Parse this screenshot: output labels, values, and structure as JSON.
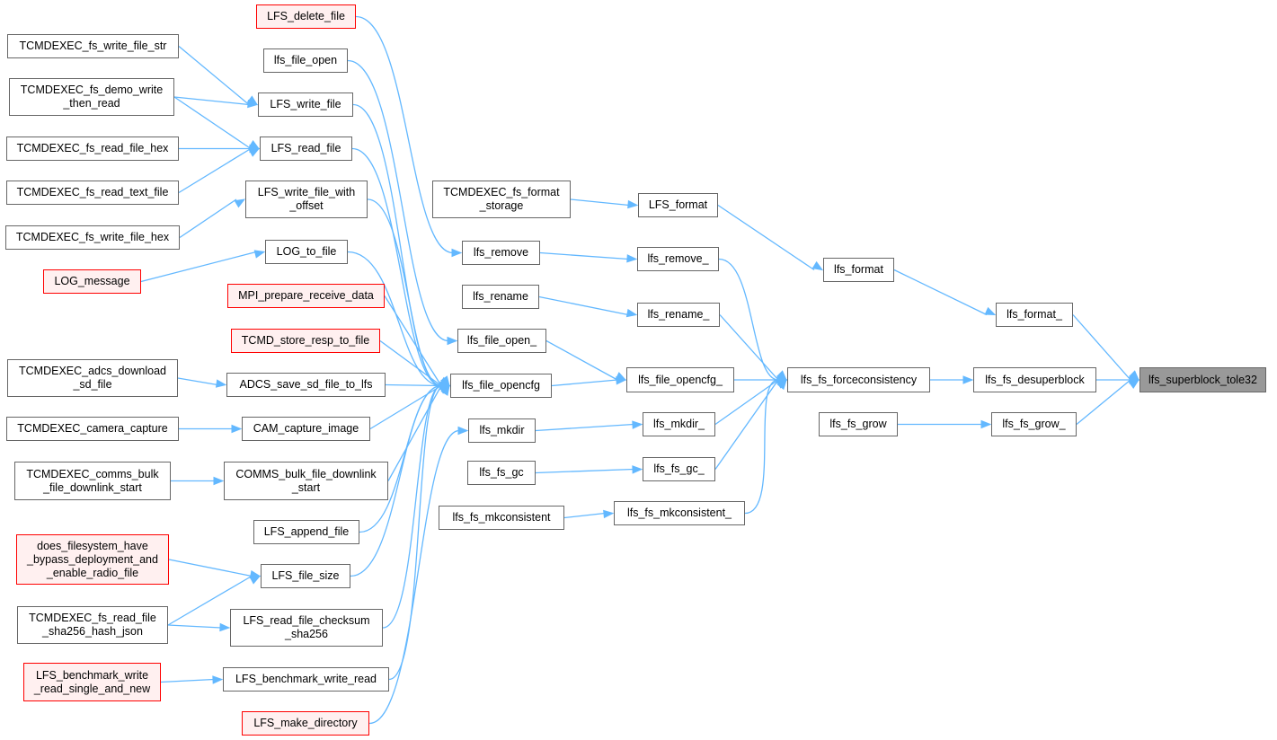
{
  "diagram": {
    "type": "call-graph",
    "colors": {
      "edge": "#63b8ff",
      "node_border": "#666666",
      "incomplete_border": "#ff0000",
      "incomplete_fill": "#fff0f0",
      "target_fill": "#999999"
    },
    "nodes": [
      {
        "id": "superblock",
        "label": "lfs_superblock_tole32",
        "style": "target"
      },
      {
        "id": "format_",
        "label": "lfs_format_"
      },
      {
        "id": "desuper",
        "label": "lfs_fs_desuperblock"
      },
      {
        "id": "grow_",
        "label": "lfs_fs_grow_"
      },
      {
        "id": "format",
        "label": "lfs_format"
      },
      {
        "id": "forcecons",
        "label": "lfs_fs_forceconsistency"
      },
      {
        "id": "grow",
        "label": "lfs_fs_grow"
      },
      {
        "id": "LFS_format",
        "label": "LFS_format"
      },
      {
        "id": "remove_",
        "label": "lfs_remove_"
      },
      {
        "id": "rename_",
        "label": "lfs_rename_"
      },
      {
        "id": "opencfg_",
        "label": "lfs_file_opencfg_"
      },
      {
        "id": "mkdir_",
        "label": "lfs_mkdir_"
      },
      {
        "id": "gc_",
        "label": "lfs_fs_gc_"
      },
      {
        "id": "mkcons_",
        "label": "lfs_fs_mkconsistent_"
      },
      {
        "id": "tc_format",
        "label": "TCMDEXEC_fs_format\n_storage"
      },
      {
        "id": "remove",
        "label": "lfs_remove"
      },
      {
        "id": "rename",
        "label": "lfs_rename"
      },
      {
        "id": "open_",
        "label": "lfs_file_open_"
      },
      {
        "id": "opencfg",
        "label": "lfs_file_opencfg"
      },
      {
        "id": "mkdir",
        "label": "lfs_mkdir"
      },
      {
        "id": "gc",
        "label": "lfs_fs_gc"
      },
      {
        "id": "mkcons",
        "label": "lfs_fs_mkconsistent"
      },
      {
        "id": "LFS_delete",
        "label": "LFS_delete_file",
        "style": "incomplete"
      },
      {
        "id": "file_open",
        "label": "lfs_file_open"
      },
      {
        "id": "LFS_write",
        "label": "LFS_write_file"
      },
      {
        "id": "LFS_read",
        "label": "LFS_read_file"
      },
      {
        "id": "LFS_write_off",
        "label": "LFS_write_file_with\n_offset"
      },
      {
        "id": "LOG_to_file",
        "label": "LOG_to_file"
      },
      {
        "id": "MPI_prep",
        "label": "MPI_prepare_receive_data",
        "style": "incomplete"
      },
      {
        "id": "TCMD_store",
        "label": "TCMD_store_resp_to_file",
        "style": "incomplete"
      },
      {
        "id": "ADCS_save",
        "label": "ADCS_save_sd_file_to_lfs"
      },
      {
        "id": "CAM_cap",
        "label": "CAM_capture_image"
      },
      {
        "id": "COMMS_bulk",
        "label": "COMMS_bulk_file_downlink\n_start"
      },
      {
        "id": "LFS_append",
        "label": "LFS_append_file"
      },
      {
        "id": "LFS_size",
        "label": "LFS_file_size"
      },
      {
        "id": "LFS_checksum",
        "label": "LFS_read_file_checksum\n_sha256"
      },
      {
        "id": "LFS_bench",
        "label": "LFS_benchmark_write_read"
      },
      {
        "id": "LFS_mkdir",
        "label": "LFS_make_directory",
        "style": "incomplete"
      },
      {
        "id": "tc_write_str",
        "label": "TCMDEXEC_fs_write_file_str"
      },
      {
        "id": "tc_demo",
        "label": "TCMDEXEC_fs_demo_write\n_then_read"
      },
      {
        "id": "tc_read_hex",
        "label": "TCMDEXEC_fs_read_file_hex"
      },
      {
        "id": "tc_read_text",
        "label": "TCMDEXEC_fs_read_text_file"
      },
      {
        "id": "tc_write_hex",
        "label": "TCMDEXEC_fs_write_file_hex"
      },
      {
        "id": "LOG_msg",
        "label": "LOG_message",
        "style": "incomplete"
      },
      {
        "id": "tc_adcs",
        "label": "TCMDEXEC_adcs_download\n_sd_file"
      },
      {
        "id": "tc_cam",
        "label": "TCMDEXEC_camera_capture"
      },
      {
        "id": "tc_comms",
        "label": "TCMDEXEC_comms_bulk\n_file_downlink_start"
      },
      {
        "id": "does_fs",
        "label": "does_filesystem_have\n_bypass_deployment_and\n_enable_radio_file",
        "style": "incomplete"
      },
      {
        "id": "tc_sha",
        "label": "TCMDEXEC_fs_read_file\n_sha256_hash_json"
      },
      {
        "id": "LFS_bench_single",
        "label": "LFS_benchmark_write\n_read_single_and_new",
        "style": "incomplete"
      }
    ],
    "edges": [
      [
        "format_",
        "superblock"
      ],
      [
        "desuper",
        "superblock"
      ],
      [
        "grow_",
        "superblock"
      ],
      [
        "format",
        "format_"
      ],
      [
        "forcecons",
        "desuper"
      ],
      [
        "grow",
        "grow_"
      ],
      [
        "LFS_format",
        "format"
      ],
      [
        "remove_",
        "forcecons"
      ],
      [
        "rename_",
        "forcecons"
      ],
      [
        "opencfg_",
        "forcecons"
      ],
      [
        "mkdir_",
        "forcecons"
      ],
      [
        "gc_",
        "forcecons"
      ],
      [
        "mkcons_",
        "forcecons"
      ],
      [
        "tc_format",
        "LFS_format"
      ],
      [
        "remove",
        "remove_"
      ],
      [
        "rename",
        "rename_"
      ],
      [
        "open_",
        "opencfg_"
      ],
      [
        "opencfg",
        "opencfg_"
      ],
      [
        "mkdir",
        "mkdir_"
      ],
      [
        "gc",
        "gc_"
      ],
      [
        "mkcons",
        "mkcons_"
      ],
      [
        "LFS_delete",
        "remove"
      ],
      [
        "file_open",
        "open_"
      ],
      [
        "LFS_write",
        "opencfg"
      ],
      [
        "LFS_read",
        "opencfg"
      ],
      [
        "LFS_write_off",
        "opencfg"
      ],
      [
        "LOG_to_file",
        "opencfg"
      ],
      [
        "MPI_prep",
        "opencfg"
      ],
      [
        "TCMD_store",
        "opencfg"
      ],
      [
        "ADCS_save",
        "opencfg"
      ],
      [
        "CAM_cap",
        "opencfg"
      ],
      [
        "COMMS_bulk",
        "opencfg"
      ],
      [
        "LFS_append",
        "opencfg"
      ],
      [
        "LFS_size",
        "opencfg"
      ],
      [
        "LFS_checksum",
        "opencfg"
      ],
      [
        "LFS_bench",
        "opencfg"
      ],
      [
        "LFS_mkdir",
        "mkdir"
      ],
      [
        "tc_write_str",
        "LFS_write"
      ],
      [
        "tc_demo",
        "LFS_write"
      ],
      [
        "tc_demo",
        "LFS_read"
      ],
      [
        "tc_read_hex",
        "LFS_read"
      ],
      [
        "tc_read_text",
        "LFS_read"
      ],
      [
        "tc_write_hex",
        "LFS_write_off"
      ],
      [
        "LOG_msg",
        "LOG_to_file"
      ],
      [
        "tc_adcs",
        "ADCS_save"
      ],
      [
        "tc_cam",
        "CAM_cap"
      ],
      [
        "tc_comms",
        "COMMS_bulk"
      ],
      [
        "does_fs",
        "LFS_size"
      ],
      [
        "tc_sha",
        "LFS_size"
      ],
      [
        "tc_sha",
        "LFS_checksum"
      ],
      [
        "LFS_bench_single",
        "LFS_bench"
      ]
    ]
  }
}
